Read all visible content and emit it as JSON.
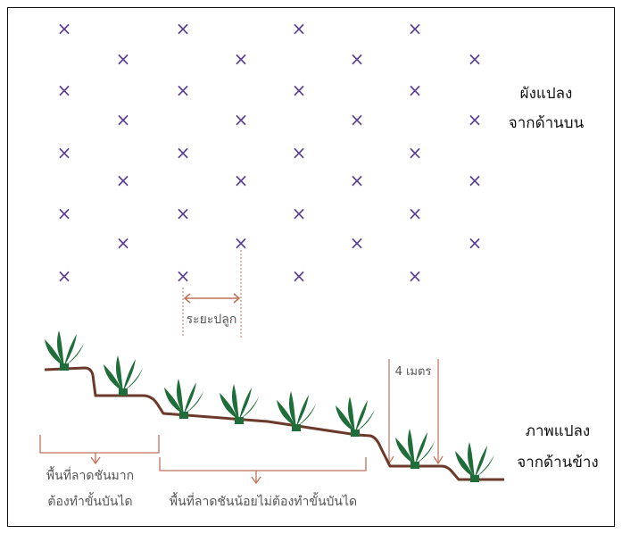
{
  "labels": {
    "top_view_line1": "ผังแปลง",
    "top_view_line2": "จากด้านบน",
    "side_view_line1": "ภาพแปลง",
    "side_view_line2": "จากด้านข้าง",
    "spacing": "ระยะปลูก",
    "four_meters": "4 เมตร",
    "steep_line1": "พื้นที่ลาดชันมาก",
    "steep_line2": "ต้องทำขั้นบันได",
    "gentle": "พื้นที่ลาดชันน้อยไม่ต้องทำขั้นบันได"
  },
  "marker_symbol": "×",
  "colors": {
    "marker": "#5b3f8c",
    "ground": "#6b3a2a",
    "annotation": "#c0705a",
    "plant_leaf": "#1f6e3a",
    "plant_base": "#1b5e2f",
    "text": "#111111"
  }
}
